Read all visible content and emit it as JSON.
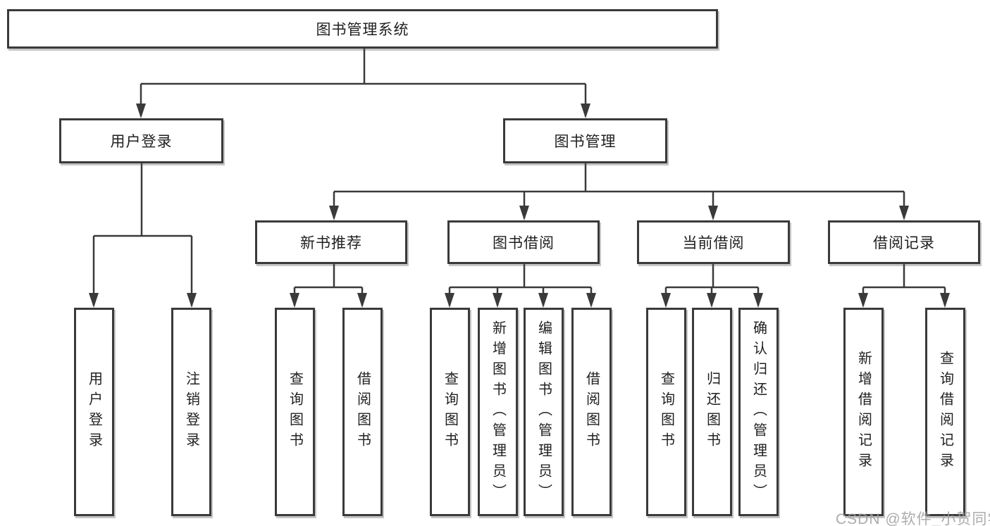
{
  "diagram": {
    "root": {
      "label": "图书管理系统"
    },
    "branches": [
      {
        "label": "用户登录",
        "children": [
          {
            "label": "用户登录"
          },
          {
            "label": "注销登录"
          }
        ]
      },
      {
        "label": "图书管理",
        "children": [
          {
            "label": "新书推荐",
            "children": [
              {
                "label": "查询图书"
              },
              {
                "label": "借阅图书"
              }
            ]
          },
          {
            "label": "图书借阅",
            "children": [
              {
                "label": "查询图书"
              },
              {
                "label": "新增图书（管理员）"
              },
              {
                "label": "编辑图书（管理员）"
              },
              {
                "label": "借阅图书"
              }
            ]
          },
          {
            "label": "当前借阅",
            "children": [
              {
                "label": "查询图书"
              },
              {
                "label": "归还图书"
              },
              {
                "label": "确认归还（管理员）"
              }
            ]
          },
          {
            "label": "借阅记录",
            "children": [
              {
                "label": "新增借阅记录"
              },
              {
                "label": "查询借阅记录"
              }
            ]
          }
        ]
      }
    ]
  },
  "watermark": {
    "text": "CSDN @软件_小贺同学"
  },
  "colors": {
    "line": "#3a3a3a",
    "box_border": "#3a3a3a",
    "text": "#1f1f1f",
    "background": "#ffffff",
    "watermark": "#9e9e9e"
  }
}
